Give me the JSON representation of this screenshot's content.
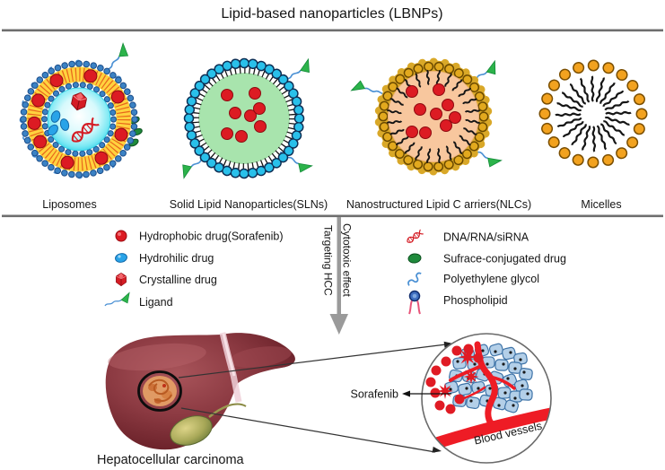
{
  "figure": {
    "title": "Lipid-based nanoparticles (LBNPs)",
    "nanoparticles": [
      {
        "label": "Liposomes"
      },
      {
        "label": "Solid Lipid Nanoparticles(SLNs)"
      },
      {
        "label": "Nanostructured Lipid C arriers(NLCs)"
      },
      {
        "label": "Micelles"
      }
    ],
    "legend_left": [
      {
        "icon": "hydrophobic-drug-icon",
        "label": "Hydrophobic drug(Sorafenib)"
      },
      {
        "icon": "hydrophilic-drug-icon",
        "label": "Hydrohilic drug"
      },
      {
        "icon": "crystalline-drug-icon",
        "label": "Crystalline drug"
      },
      {
        "icon": "ligand-icon",
        "label": "Ligand"
      }
    ],
    "legend_right": [
      {
        "icon": "dna-icon",
        "label": "DNA/RNA/siRNA"
      },
      {
        "icon": "surface-conjugated-drug-icon",
        "label": "Sufrace-conjugated drug"
      },
      {
        "icon": "polyethylene-glycol-icon",
        "label": "Polyethylene glycol"
      },
      {
        "icon": "phospholipid-icon",
        "label": "Phospholipid"
      }
    ],
    "flow_arrow": {
      "left_label": "Targeting HCC",
      "right_label": "Cytotoxic effect"
    },
    "bottom": {
      "organ_label": "Hepatocellular carcinoma",
      "drug_label": "Sorafenib",
      "vessel_label": "Blood vessels"
    },
    "colors": {
      "hydrophobic_drug_red": "#dc1b23",
      "hydrophilic_drug_blue": "#29a3e8",
      "ligand_green": "#2cb34a",
      "peg_blue": "#4a90d4",
      "surface_drug_green": "#1f8a3c",
      "divider_gray": "#6e6e6e",
      "arrow_gray": "#9a9a9a",
      "vessel_red": "#ee1c25",
      "tumor_cell_blue": "#b3cfe8",
      "liposome_band_yellow": "#ffd23e",
      "sln_core_green": "#a8e4ad",
      "nlc_core_peach": "#f8c79e",
      "micelle_head_orange": "#f2a21f"
    }
  }
}
